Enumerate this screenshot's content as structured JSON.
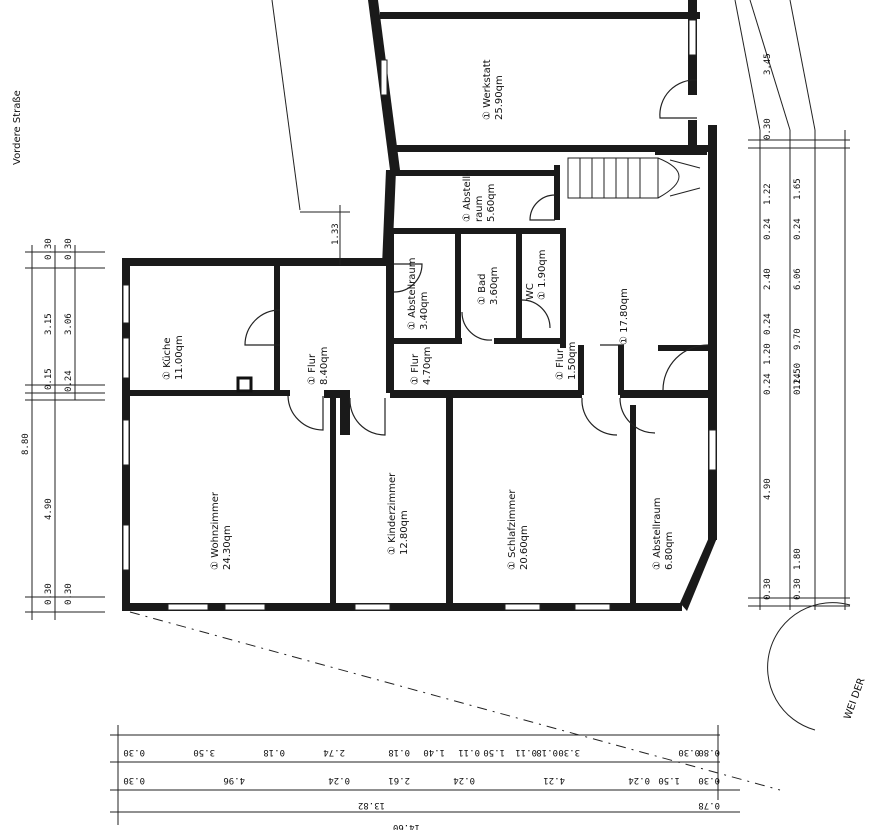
{
  "street_label": "Vordere Straße",
  "arc_label": "WEI DER",
  "rooms": [
    {
      "id": "werkstatt",
      "text": "① Werkstatt\n25.90qm"
    },
    {
      "id": "abstellraum-top",
      "text": "① Abstell-\nraum\n5.60qm"
    },
    {
      "id": "abstellraum-small",
      "text": "① Abstellraum\n3.40qm"
    },
    {
      "id": "bad",
      "text": "① Bad\n3.60qm"
    },
    {
      "id": "wc",
      "text": "WC\n① 1.90qm"
    },
    {
      "id": "kueche",
      "text": "① Küche\n11.00qm"
    },
    {
      "id": "flur-1",
      "text": "① Flur\n8.40qm"
    },
    {
      "id": "flur-2",
      "text": "① Flur\n4.70qm"
    },
    {
      "id": "flur-3",
      "text": "① Flur\n1.50qm"
    },
    {
      "id": "hall",
      "text": "① 17.80qm"
    },
    {
      "id": "wohnzimmer",
      "text": "① Wohnzimmer\n24.30qm"
    },
    {
      "id": "kinderzimmer",
      "text": "① Kinderzimmer\n12.80qm"
    },
    {
      "id": "schlafzimmer",
      "text": "① Schlafzimmer\n20.60qm"
    },
    {
      "id": "abstellraum-right",
      "text": "① Abstellraum\n6.80qm"
    }
  ],
  "dims_left": {
    "total": "8.80",
    "outer": [
      "0.30",
      "3.15",
      "0.15",
      "4.90",
      "0.30"
    ],
    "inner": [
      "0.30",
      "3.06",
      "0.24",
      "0.30"
    ]
  },
  "dims_right": {
    "top": "3.45",
    "col1": [
      "0.30",
      "1.22",
      "0.24",
      "2.40",
      "0.24",
      "1.20",
      "0.24",
      "4.90",
      "0.30"
    ],
    "col2": [
      "1.65",
      "6.06",
      "9.70",
      "11.50",
      "1.80",
      "0.30",
      "0.24",
      "0.24"
    ]
  },
  "dim_133": "1.33",
  "dims_bottom": {
    "row1": [
      "0.30",
      "3.50",
      "0.18",
      "2.74",
      "0.18",
      "1.40",
      "0.11",
      "1.50",
      "0.11",
      "0.18",
      "3.30",
      "0.30",
      "0.80"
    ],
    "row2": [
      "0.30",
      "4.96",
      "0.24",
      "2.61",
      "0.24",
      "4.21",
      "0.24",
      "1.50",
      "0.30"
    ],
    "row3": "13.82",
    "row3b": "0.78",
    "row4": "14.60"
  }
}
